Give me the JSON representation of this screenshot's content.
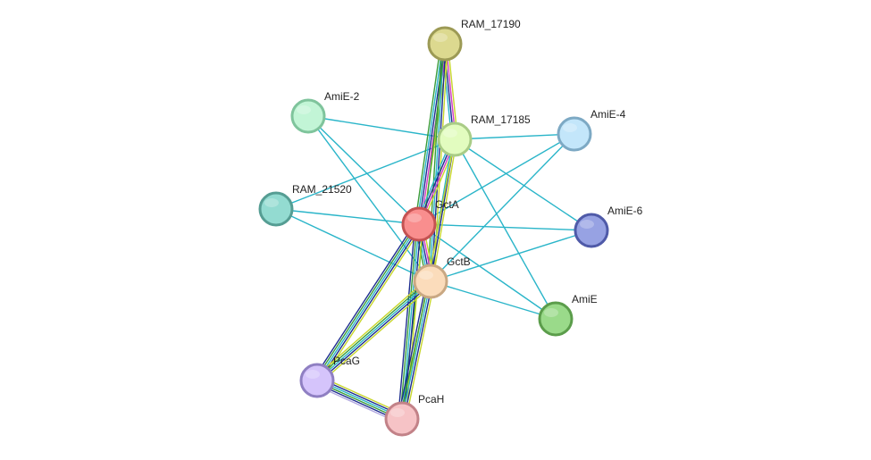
{
  "nodes": [
    {
      "id": "RAM_17190",
      "label": "RAM_17190",
      "fill": "#dcd98f",
      "stroke": "#9c9a55"
    },
    {
      "id": "AmiE-2",
      "label": "AmiE-2",
      "fill": "#c2f5d6",
      "stroke": "#7fc49c"
    },
    {
      "id": "RAM_17185",
      "label": "RAM_17185",
      "fill": "#e2fcbf",
      "stroke": "#a9cc86"
    },
    {
      "id": "AmiE-4",
      "label": "AmiE-4",
      "fill": "#c3e6fa",
      "stroke": "#7da9c4"
    },
    {
      "id": "RAM_21520",
      "label": "RAM_21520",
      "fill": "#93dbd1",
      "stroke": "#559d93"
    },
    {
      "id": "GctA",
      "label": "GctA",
      "fill": "#f98e8e",
      "stroke": "#c45252"
    },
    {
      "id": "AmiE-6",
      "label": "AmiE-6",
      "fill": "#97a2e3",
      "stroke": "#4f5aa8"
    },
    {
      "id": "GctB",
      "label": "GctB",
      "fill": "#fbdcbb",
      "stroke": "#c9a883"
    },
    {
      "id": "AmiE",
      "label": "AmiE",
      "fill": "#9ada8a",
      "stroke": "#5b9d4b"
    },
    {
      "id": "PcaG",
      "label": "PcaG",
      "fill": "#d5c4fb",
      "stroke": "#8f7fc2"
    },
    {
      "id": "PcaH",
      "label": "PcaH",
      "fill": "#f6c3c6",
      "stroke": "#c28288"
    }
  ],
  "edges": [
    {
      "source": "AmiE-2",
      "target": "RAM_17185",
      "colors": [
        "#2ab5c9"
      ]
    },
    {
      "source": "AmiE-2",
      "target": "GctA",
      "colors": [
        "#2ab5c9"
      ]
    },
    {
      "source": "AmiE-2",
      "target": "GctB",
      "colors": [
        "#2ab5c9"
      ]
    },
    {
      "source": "RAM_21520",
      "target": "RAM_17185",
      "colors": [
        "#2ab5c9"
      ]
    },
    {
      "source": "RAM_21520",
      "target": "GctA",
      "colors": [
        "#2ab5c9"
      ]
    },
    {
      "source": "RAM_21520",
      "target": "GctB",
      "colors": [
        "#2ab5c9"
      ]
    },
    {
      "source": "AmiE-4",
      "target": "RAM_17185",
      "colors": [
        "#2ab5c9"
      ]
    },
    {
      "source": "AmiE-4",
      "target": "GctA",
      "colors": [
        "#2ab5c9"
      ]
    },
    {
      "source": "AmiE-4",
      "target": "GctB",
      "colors": [
        "#2ab5c9"
      ]
    },
    {
      "source": "AmiE-6",
      "target": "RAM_17185",
      "colors": [
        "#2ab5c9"
      ]
    },
    {
      "source": "AmiE-6",
      "target": "GctA",
      "colors": [
        "#2ab5c9"
      ]
    },
    {
      "source": "AmiE-6",
      "target": "GctB",
      "colors": [
        "#2ab5c9"
      ]
    },
    {
      "source": "AmiE",
      "target": "RAM_17185",
      "colors": [
        "#2ab5c9"
      ]
    },
    {
      "source": "AmiE",
      "target": "GctA",
      "colors": [
        "#2ab5c9"
      ]
    },
    {
      "source": "AmiE",
      "target": "GctB",
      "colors": [
        "#2ab5c9"
      ]
    },
    {
      "source": "RAM_17190",
      "target": "RAM_17185",
      "colors": [
        "#c7d62b",
        "#d33cc4",
        "#1c2c8f",
        "#2ab5c9"
      ]
    },
    {
      "source": "RAM_17190",
      "target": "GctA",
      "colors": [
        "#c7d62b",
        "#d33cc4",
        "#1c2c8f",
        "#2ab5c9",
        "#3a9c3a"
      ]
    },
    {
      "source": "RAM_17190",
      "target": "GctB",
      "colors": [
        "#c7d62b",
        "#1c2c8f",
        "#2ab5c9",
        "#3a9c3a"
      ]
    },
    {
      "source": "RAM_17190",
      "target": "PcaH",
      "colors": [
        "#3a9c3a"
      ]
    },
    {
      "source": "RAM_17185",
      "target": "GctA",
      "colors": [
        "#c7d62b",
        "#d33cc4",
        "#1c2c8f",
        "#2ab5c9"
      ]
    },
    {
      "source": "RAM_17185",
      "target": "GctB",
      "colors": [
        "#c7d62b",
        "#1c2c8f",
        "#2ab5c9"
      ]
    },
    {
      "source": "RAM_17185",
      "target": "PcaH",
      "colors": [
        "#c7d62b"
      ]
    },
    {
      "source": "GctA",
      "target": "GctB",
      "colors": [
        "#c7d62b",
        "#d33cc4",
        "#1c2c8f",
        "#2ab5c9",
        "#3a9c3a"
      ]
    },
    {
      "source": "GctA",
      "target": "PcaG",
      "colors": [
        "#c7d62b",
        "#1c2c8f",
        "#2ab5c9",
        "#3a9c3a",
        "#1c2c8f"
      ]
    },
    {
      "source": "GctA",
      "target": "PcaH",
      "colors": [
        "#c7d62b",
        "#1c2c8f",
        "#2ab5c9",
        "#3a9c3a",
        "#1c2c8f"
      ]
    },
    {
      "source": "GctB",
      "target": "PcaG",
      "colors": [
        "#c7d62b",
        "#1c2c8f",
        "#2ab5c9",
        "#3a9c3a",
        "#c7d62b"
      ]
    },
    {
      "source": "GctB",
      "target": "PcaH",
      "colors": [
        "#c7d62b",
        "#1c2c8f",
        "#2ab5c9",
        "#3a9c3a",
        "#1c2c8f"
      ]
    },
    {
      "source": "PcaG",
      "target": "PcaH",
      "colors": [
        "#c7d62b",
        "#1c2c8f",
        "#2ab5c9",
        "#3a9c3a",
        "#1c2c8f",
        "#b2a9e0"
      ]
    }
  ]
}
